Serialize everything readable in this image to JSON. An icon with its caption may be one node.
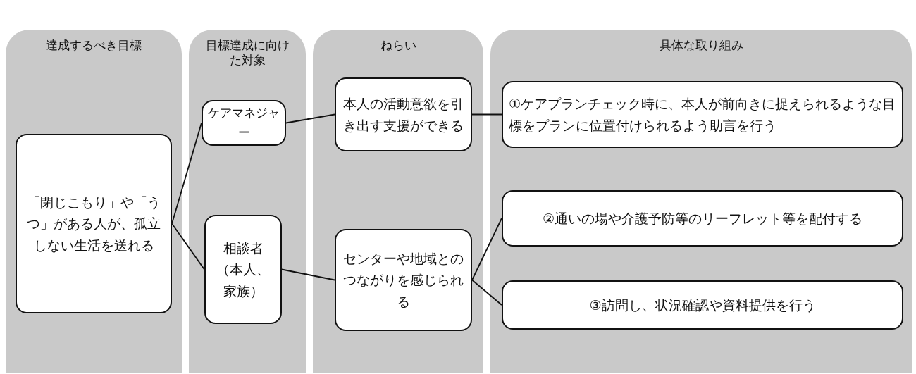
{
  "diagram": {
    "nodes": [
      {
        "text": [
          "達成するべき目標"
        ]
      },
      {
        "text": [
          "目標達成に向けた対象"
        ]
      },
      {
        "text": [
          "ねらい"
        ]
      },
      {
        "text": [
          "具体な取り組み"
        ]
      },
      {
        "text": [
          "「閉じこもり」や「うつ」がある人が、孤立しない生活を送れる"
        ],
        "in": 0
      },
      {
        "text": [
          "ケアマネジャー"
        ],
        "in": 1
      },
      {
        "text": [
          "相談者（本人、家族）"
        ],
        "in": 1
      },
      {
        "text": [
          "本人の活動意欲を引き出す支援ができる"
        ],
        "in": 2
      },
      {
        "text": [
          "センターや地域とのつながりを感じられる"
        ],
        "in": 2
      },
      {
        "text": [
          "①ケアプランチェック時に、本人が前向きに捉えられるような目標をプランに位置付けられるよう助言を行う"
        ],
        "in": 3
      },
      {
        "text": [
          "②通いの場や介護予防等のリーフレット等を配付する"
        ],
        "in": 3
      },
      {
        "text": [
          "③訪問し、状況確認や資料提供を行う"
        ],
        "in": 3
      }
    ],
    "edges": [
      {
        "from": 4,
        "to": 5,
        "arrow": "none"
      },
      {
        "from": 4,
        "to": 6,
        "arrow": "none"
      },
      {
        "from": 5,
        "to": 7,
        "arrow": "none"
      },
      {
        "from": 6,
        "to": 8,
        "arrow": "none"
      },
      {
        "from": 7,
        "to": 9,
        "arrow": "none"
      },
      {
        "from": 8,
        "to": 10,
        "arrow": "none"
      },
      {
        "from": 8,
        "to": 11,
        "arrow": "none"
      }
    ]
  }
}
